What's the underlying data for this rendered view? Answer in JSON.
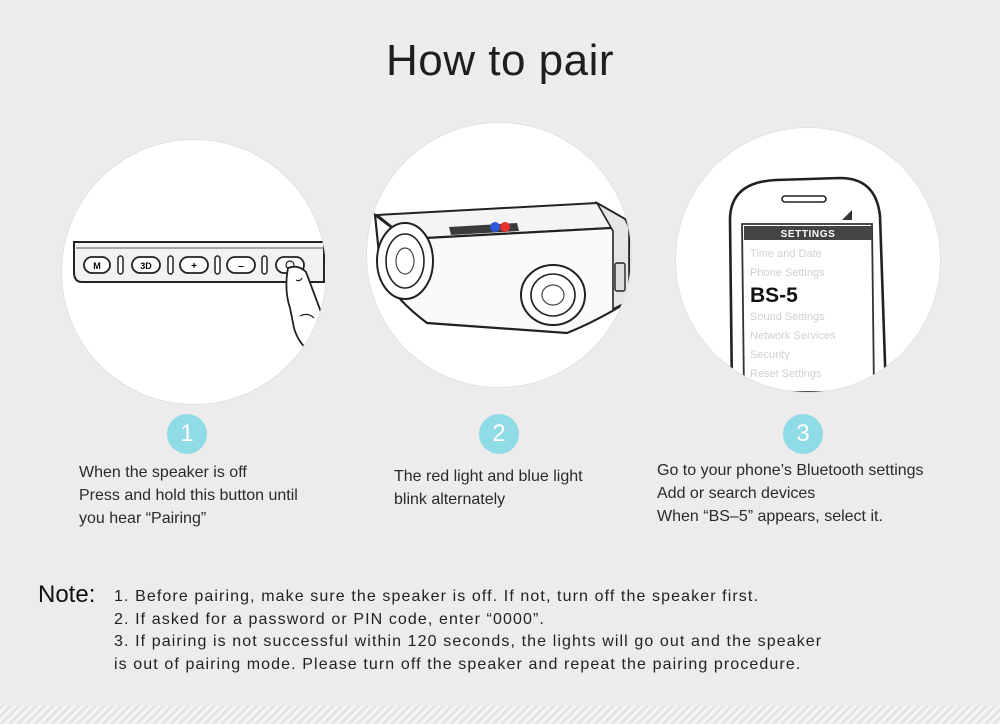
{
  "title": "How to pair",
  "steps": [
    {
      "number": "1",
      "lines": [
        "When the speaker is off",
        "Press and hold this button until",
        "you hear “Pairing”"
      ],
      "buttons": [
        "M",
        "3D",
        "+",
        "–",
        ""
      ]
    },
    {
      "number": "2",
      "lines": [
        "The red light and blue light",
        "blink alternately"
      ]
    },
    {
      "number": "3",
      "lines": [
        "Go to your phone’s Bluetooth settings",
        "Add or search devices",
        "When “BS–5” appears, select it."
      ],
      "phone": {
        "header": "SETTINGS",
        "items": [
          "Time and Date",
          "Phone Settings",
          "BS-5",
          "Sound Settings",
          "Network Services",
          "Security",
          "Reset Settings"
        ]
      }
    }
  ],
  "note": {
    "label": "Note:",
    "lines": [
      "1. Before pairing, make sure the speaker is off. If not, turn off the speaker first.",
      "2. If asked for a password or PIN code, enter “0000”.",
      "3. If pairing is not successful within 120 seconds, the lights will go out and the speaker",
      "is out of pairing mode. Please turn off the speaker and repeat the pairing procedure."
    ]
  },
  "colors": {
    "background": "#ececec",
    "step_badge": "#8fdbe6",
    "indicator_red": "#e5322d",
    "indicator_blue": "#2f56d8"
  }
}
